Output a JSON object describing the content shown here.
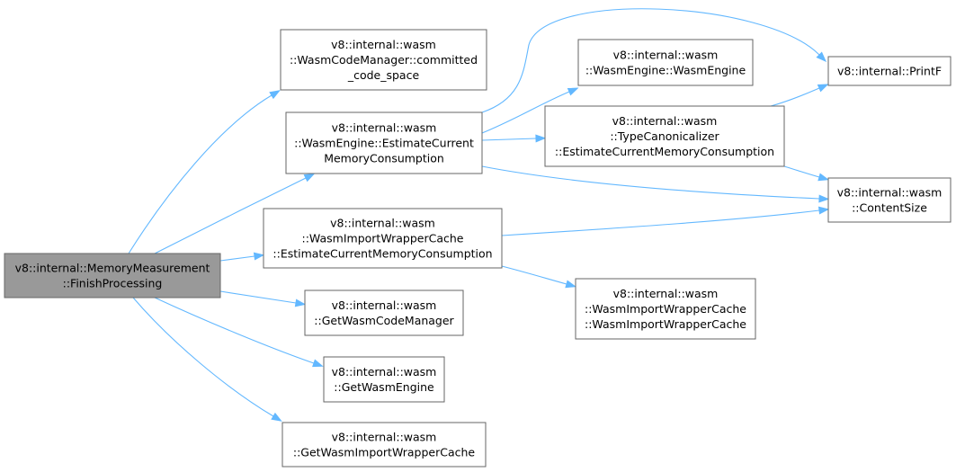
{
  "graph": {
    "nodes": [
      {
        "id": "root",
        "lines": [
          "v8::internal::MemoryMeasurement",
          "::FinishProcessing"
        ],
        "highlight": true
      },
      {
        "id": "committed",
        "lines": [
          "v8::internal::wasm",
          "::WasmCodeManager::committed",
          "_code_space"
        ]
      },
      {
        "id": "estimate_engine",
        "lines": [
          "v8::internal::wasm",
          "::WasmEngine::EstimateCurrent",
          "MemoryConsumption"
        ]
      },
      {
        "id": "estimate_wrapper",
        "lines": [
          "v8::internal::wasm",
          "::WasmImportWrapperCache",
          "::EstimateCurrentMemoryConsumption"
        ]
      },
      {
        "id": "get_code_mgr",
        "lines": [
          "v8::internal::wasm",
          "::GetWasmCodeManager"
        ]
      },
      {
        "id": "get_engine",
        "lines": [
          "v8::internal::wasm",
          "::GetWasmEngine"
        ]
      },
      {
        "id": "get_wrapper",
        "lines": [
          "v8::internal::wasm",
          "::GetWasmImportWrapperCache"
        ]
      },
      {
        "id": "engine_ctor",
        "lines": [
          "v8::internal::wasm",
          "::WasmEngine::WasmEngine"
        ]
      },
      {
        "id": "type_canon",
        "lines": [
          "v8::internal::wasm",
          "::TypeCanonicalizer",
          "::EstimateCurrentMemoryConsumption"
        ]
      },
      {
        "id": "wrapper_ctor",
        "lines": [
          "v8::internal::wasm",
          "::WasmImportWrapperCache",
          "::WasmImportWrapperCache"
        ]
      },
      {
        "id": "printf",
        "lines": [
          "v8::internal::PrintF"
        ]
      },
      {
        "id": "content_size",
        "lines": [
          "v8::internal::wasm",
          "::ContentSize"
        ]
      }
    ],
    "edges": [
      {
        "from": "root",
        "to": "committed"
      },
      {
        "from": "root",
        "to": "estimate_engine"
      },
      {
        "from": "root",
        "to": "estimate_wrapper"
      },
      {
        "from": "root",
        "to": "get_code_mgr"
      },
      {
        "from": "root",
        "to": "get_engine"
      },
      {
        "from": "root",
        "to": "get_wrapper"
      },
      {
        "from": "estimate_engine",
        "to": "engine_ctor"
      },
      {
        "from": "estimate_engine",
        "to": "printf"
      },
      {
        "from": "estimate_engine",
        "to": "type_canon"
      },
      {
        "from": "estimate_engine",
        "to": "content_size"
      },
      {
        "from": "type_canon",
        "to": "printf"
      },
      {
        "from": "type_canon",
        "to": "content_size"
      },
      {
        "from": "estimate_wrapper",
        "to": "content_size"
      },
      {
        "from": "estimate_wrapper",
        "to": "wrapper_ctor"
      }
    ]
  },
  "colors": {
    "edge": "#63b8ff",
    "root_fill": "#999999",
    "border": "#666666"
  }
}
